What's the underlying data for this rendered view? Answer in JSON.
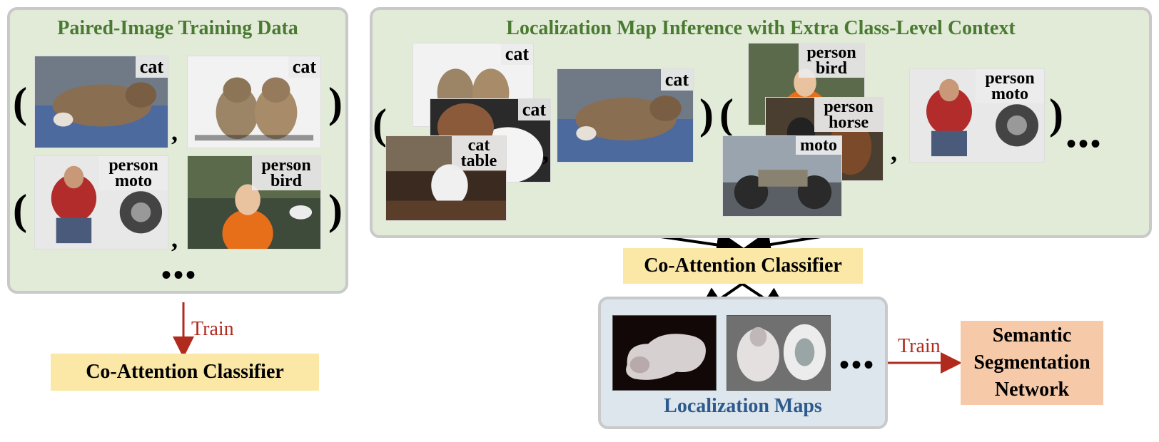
{
  "left_panel": {
    "title": "Paired-Image Training Data",
    "row1": {
      "tag_a": "cat",
      "tag_b": "cat"
    },
    "row2": {
      "tag_a": "person moto",
      "tag_b": "person bird"
    },
    "open_paren": "(",
    "close_paren": ")",
    "comma": ",",
    "dots": "•••"
  },
  "right_panel": {
    "title": "Localization Map Inference with Extra Class-Level Context",
    "group1": {
      "tag_top": "cat",
      "tag_mid": "cat",
      "tag_bot": "cat table",
      "query_tag": "cat"
    },
    "group2": {
      "tag_top": "person bird",
      "tag_mid": "person horse",
      "tag_bot": "moto",
      "query_tag": "person moto"
    },
    "dots": "•••"
  },
  "classifier_top": "Co-Attention Classifier",
  "classifier_bottom": "Co-Attention Classifier",
  "train_label_left": "Train",
  "train_label_right": "Train",
  "maps_panel": {
    "title": "Localization Maps",
    "dots": "•••"
  },
  "segmentation": {
    "line1": "Semantic",
    "line2": "Segmentation",
    "line3": "Network"
  },
  "colors": {
    "panel_green": "#e2ebd8",
    "title_green": "#4a7a32",
    "train_red": "#b02a1e",
    "maps_blue": "#2d5a8c",
    "classifier_yellow": "#fbe7a6",
    "seg_orange": "#f6c9a8"
  }
}
